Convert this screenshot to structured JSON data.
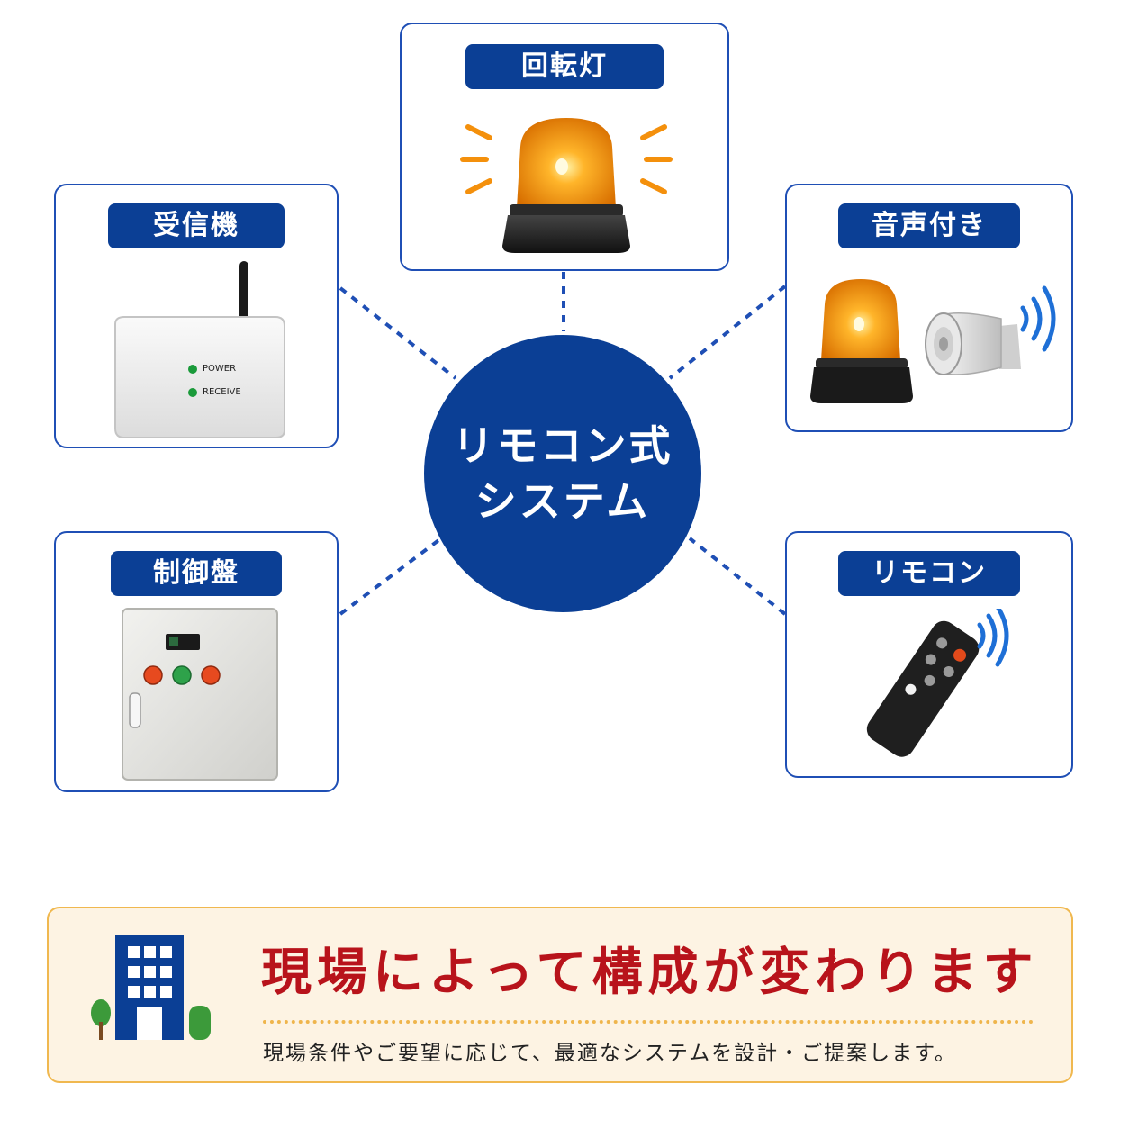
{
  "hub": {
    "line1": "リモコン式",
    "line2": "システム"
  },
  "cards": {
    "rotating_light": {
      "label": "回転灯"
    },
    "receiver": {
      "label": "受信機",
      "power_led": "POWER",
      "receive_led": "RECEIVE"
    },
    "with_sound": {
      "label": "音声付き"
    },
    "control_panel": {
      "label": "制御盤"
    },
    "remote": {
      "label": "リモコン"
    }
  },
  "notice": {
    "title": "現場によって構成が変わります",
    "body": "現場条件やご要望に応じて、最適なシステムを設計・ご提案します。"
  },
  "colors": {
    "brand_blue": "#0b3f95",
    "card_border": "#1f4fb5",
    "amber": "#f6a10f",
    "notice_bg": "#fdf3e3",
    "notice_border": "#f0b84f",
    "notice_title": "#b8131b",
    "signal_blue": "#1e6fd6"
  }
}
